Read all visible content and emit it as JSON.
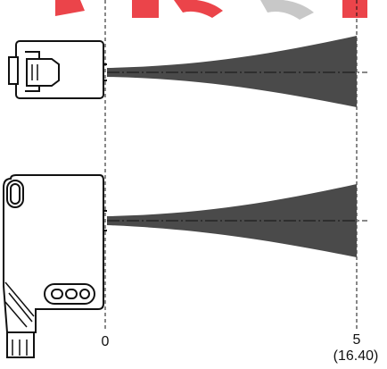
{
  "colors": {
    "beam": "#4a4a4a",
    "outline": "#111111",
    "watermark": "#e8232a",
    "watermark_gray": "#c8c8c8"
  },
  "scale": {
    "origin_label": "0",
    "end_label": "5",
    "end_label_alt": "(16.40)"
  },
  "sensors": [
    {
      "name": "cylindrical-sensor"
    },
    {
      "name": "rectangular-sensor"
    }
  ]
}
